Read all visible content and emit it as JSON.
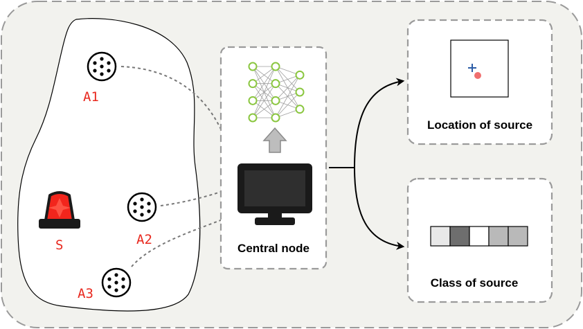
{
  "agents": [
    {
      "label": "A1"
    },
    {
      "label": "A2"
    },
    {
      "label": "A3"
    }
  ],
  "source": {
    "label": "S",
    "icon": "alarm-siren-icon"
  },
  "central_node": {
    "label": "Central node",
    "icon": "monitor-icon"
  },
  "neural_network": {
    "icon": "neural-network-icon",
    "layer_sizes": [
      4,
      4,
      3
    ]
  },
  "outputs": {
    "location": {
      "label": "Location of source",
      "icon": "location-plot-icon"
    },
    "class": {
      "label": "Class of source",
      "icon": "class-vector-icon",
      "cell_colors": [
        "#e8e8e8",
        "#6e6e6e",
        "#ffffff",
        "#b9b9b9",
        "#b9b9b9"
      ]
    }
  },
  "colors": {
    "label_red": "#e8281e",
    "siren_red": "#f2251c",
    "nn_green": "#8ac63f",
    "region_fill": "#f2f2ee",
    "dashed_border": "#9a9a9a",
    "arrow_gray": "#777777",
    "plus_blue": "#2b5ca6",
    "dot_red": "#f07070"
  }
}
